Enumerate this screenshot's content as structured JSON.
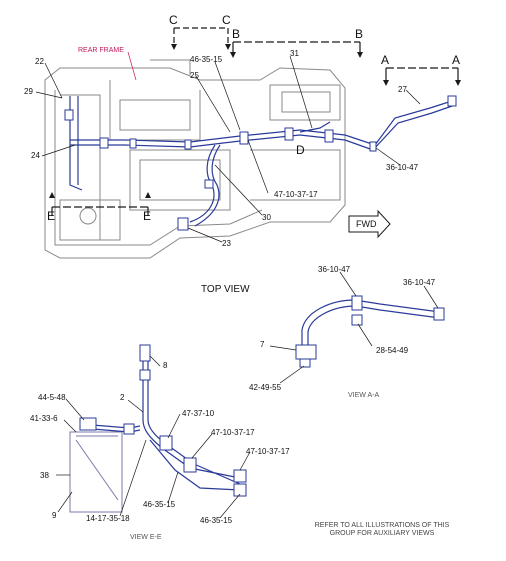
{
  "labels": {
    "rear_frame": "REAR FRAME",
    "top_view": "TOP VIEW",
    "fwd": "FWD",
    "view_aa": "VIEW A-A",
    "view_ee": "VIEW E-E",
    "refer_note": "REFER TO ALL ILLUSTRATIONS OF THIS GROUP FOR AUXILIARY VIEWS"
  },
  "section_markers": {
    "c1": "C",
    "c2": "C",
    "b1": "B",
    "b2": "B",
    "a1": "A",
    "a2": "A",
    "d": "D",
    "e1": "E",
    "e2": "E"
  },
  "callouts": {
    "top_22": "22",
    "top_29": "29",
    "top_24": "24",
    "top_46_35_15": "46-35-15",
    "top_25": "25",
    "top_31": "31",
    "top_27": "27",
    "top_36_10_47": "36-10-47",
    "top_47_10_37_17": "47-10-37-17",
    "top_30": "30",
    "top_23": "23",
    "aa_36_10_47_a": "36-10-47",
    "aa_36_10_47_b": "36-10-47",
    "aa_7": "7",
    "aa_28_54_49": "28-54-49",
    "aa_42_49_55": "42-49-55",
    "ee_8": "8",
    "ee_2": "2",
    "ee_44_5_48": "44-5-48",
    "ee_41_33_6": "41-33-6",
    "ee_47_37_10": "47-37-10",
    "ee_47_10_37_17_a": "47-10-37-17",
    "ee_47_10_37_17_b": "47-10-37-17",
    "ee_38": "38",
    "ee_9": "9",
    "ee_14_17_35_18": "14-17-35-18",
    "ee_46_35_15_a": "46-35-15",
    "ee_46_35_15_b": "46-35-15"
  },
  "colors": {
    "line": "#1a1a1a",
    "hose": "#2a3a9a",
    "pink": "#c2185b",
    "gray": "#9a9a9a"
  }
}
